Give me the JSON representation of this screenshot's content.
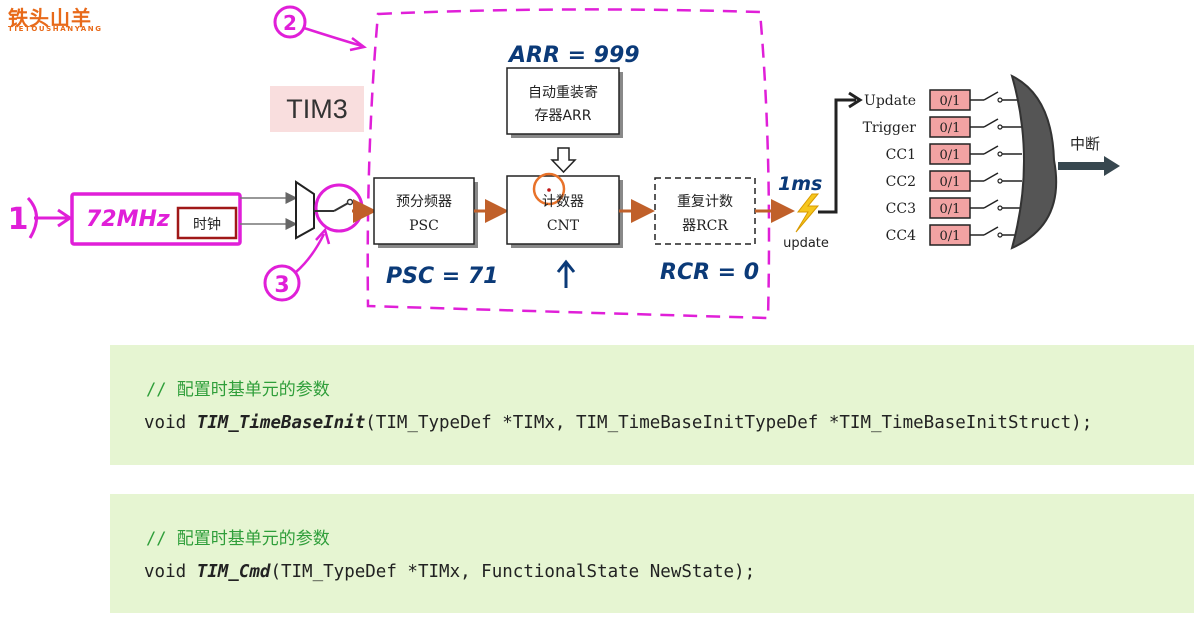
{
  "logo": {
    "name": "铁头山羊",
    "subtitle": "TIETOUSHANYANG"
  },
  "diagram": {
    "annotations": {
      "circle1": "1",
      "circle2": "2",
      "circle3": "3",
      "clock_freq": "72MHz",
      "arr_value": "ARR = 999",
      "psc_value": "PSC = 71",
      "rcr_value": "RCR = 0",
      "period": "1ms"
    },
    "tim_label": "TIM3",
    "clock_box": "时钟",
    "blocks": {
      "arr_line1": "自动重装寄",
      "arr_line2": "存器ARR",
      "psc_line1": "预分频器",
      "psc_line2": "PSC",
      "cnt_line1": "计数器",
      "cnt_line2": "CNT",
      "rcr_line1": "重复计数",
      "rcr_line2": "器RCR"
    },
    "update_label": "update",
    "interrupt_label": "中断",
    "events": [
      {
        "name": "Update",
        "flag": "0/1"
      },
      {
        "name": "Trigger",
        "flag": "0/1"
      },
      {
        "name": "CC1",
        "flag": "0/1"
      },
      {
        "name": "CC2",
        "flag": "0/1"
      },
      {
        "name": "CC3",
        "flag": "0/1"
      },
      {
        "name": "CC4",
        "flag": "0/1"
      }
    ]
  },
  "code_blocks": [
    {
      "comment": "// 配置时基单元的参数",
      "ret": "void ",
      "func": "TIM_TimeBaseInit",
      "args": "(TIM_TypeDef *TIMx, TIM_TimeBaseInitTypeDef *TIM_TimeBaseInitStruct);"
    },
    {
      "comment": "// 配置时基单元的参数",
      "ret": "void ",
      "func": "TIM_Cmd",
      "args": "(TIM_TypeDef *TIMx, FunctionalState NewState);"
    }
  ],
  "colors": {
    "magenta": "#e01fd8",
    "navy": "#0b3a78",
    "orange_arrow": "#c0602a",
    "flag_fill": "#f2a3a3",
    "code_bg": "#e6f5d2"
  }
}
